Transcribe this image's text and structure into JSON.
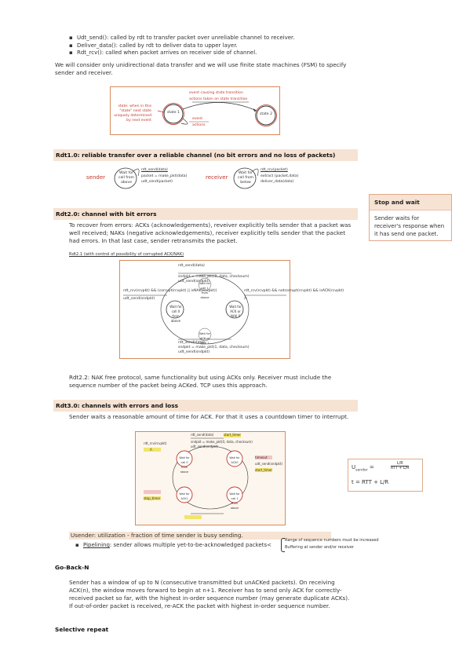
{
  "intro": {
    "bullets": [
      "Udt_send(): called by rdt to transfer packet over unreliable channel to receiver.",
      "Deliver_data(): called by rdt to deliver data to upper layer.",
      "Rdt_rcv(): called when packet arrives on receiver side of channel."
    ],
    "para": "We will consider only unidirectional data transfer and we will use finite state machines (FSM) to specify sender and receiver."
  },
  "fsm_figure": {
    "note": "state: when in this \"state\" next state uniquely determined by next event",
    "event_label": "event causing state transition",
    "action_label": "actions taken on state transition",
    "state1": "state 1",
    "state2": "state 2",
    "event_small": "event",
    "actions_small": "actions"
  },
  "rdt10": {
    "heading": "Rdt1.0: reliable transfer over a reliable channel (no bit errors and no loss of packets)",
    "sender_label": "sender",
    "receiver_label": "receiver",
    "sender_state": "Wait for call from above",
    "sender_event": "rdt_send(data)",
    "sender_action1": "packet = make_pkt(data)",
    "sender_action2": "udt_send(packet)",
    "receiver_state": "Wait for call from below",
    "receiver_event": "rdt_rcv(packet)",
    "receiver_action1": "extract (packet,data)",
    "receiver_action2": "deliver_data(data)"
  },
  "sidebox_stopwait": {
    "title": "Stop and wait",
    "body": "Sender waits for receiver's response when it has send one packet."
  },
  "rdt20": {
    "heading": "Rdt2.0: channel with bit errors",
    "para": "To recover from errors: ACKs (acknowledgements), reveiver explicitly tells sender that a packet was well received; NAKs (negative acknowledgements), receiver explicitly tells sender that the packet had errors. In that last case, sender retransmits the packet.",
    "fig_caption": "Rdt2.1 (with control of possibility of corrupted ACK/NAK)",
    "fig_states": [
      "Wait for call 0 from above",
      "Wait for ACK or NAK 0",
      "Wait for call 1 from above",
      "Wait for ACK or NAK 1"
    ],
    "fig_top": [
      "rdt_send(data)",
      "sndpkt = make_pkt(0, data, checksum)",
      "udt_send(sndpkt)"
    ],
    "fig_left": [
      "rdt_rcv(rcvpkt) && (corrupt(rcvpkt) || isNAK(rcvpkt))",
      "udt_send(sndpkt)"
    ],
    "fig_right": [
      "rdt_rcv(rcvpkt) && notcorrupt(rcvpkt) && isACK(rcvpkt)",
      "Λ"
    ],
    "fig_bottom": [
      "rdt_send(data)",
      "sndpkt = make_pkt(1, data, checksum)",
      "udt_send(sndpkt)"
    ],
    "para2": "Rdt2.2: NAK free protocol, same functionality but using ACKs only. Receiver must include the sequence number of the packet being ACKed. TCP uses this approach."
  },
  "rdt30": {
    "heading": "Rdt3.0: channels with errors and loss",
    "para": "Sender waits a reasonable amount of time for ACK. For that it uses a countdown timer to interrupt.",
    "fig_states": [
      "Wait for call 0 from above",
      "Wait for ACK0",
      "Wait for call 1 from above",
      "Wait for ACK1"
    ],
    "fig_labels": [
      "rdt_send(data)",
      "sndpkt = make_pkt(0, data, checksum)",
      "udt_send(sndpkt)",
      "start_timer",
      "rdt_rcv(rcvpkt)",
      "Λ",
      "timeout",
      "udt_send(sndpkt)",
      "start_timer",
      "stop_timer"
    ],
    "utilization_line": "Usender: utilization - fraction of time sender is busy sending.",
    "pipelining_word": "Pipelining",
    "pipelining_rest": ": sender allows multiple yet-to-be-acknowledged packets<",
    "brace_line1": "Range of sequence numbers must be increased",
    "brace_line2": "Buffering at sender and/or receiver"
  },
  "sidebox_formula": {
    "u_label": "U",
    "u_sub": "sender",
    "eq": "=",
    "frac_num": "L/R",
    "frac_den": "RTT + L/R",
    "t_line": "t = RTT + L/R"
  },
  "gobackn": {
    "heading": "Go-Back-N",
    "para": "Sender has a window of up to N (consecutive transmitted but unACKed packets). On receiving ACK(n), the window moves forward to begin at n+1. Receiver has to send only ACK for correctly-received packet so far, with the highest in-order sequence number (may generate duplicate ACKs). If out-of-order packet is received, re-ACK the packet with highest in-order sequence number."
  },
  "selective": {
    "heading": "Selective repeat"
  },
  "colors": {
    "accent_red": "#c0392b",
    "header_bg": "#f6e3d3",
    "highlight": "#f1e56a"
  }
}
